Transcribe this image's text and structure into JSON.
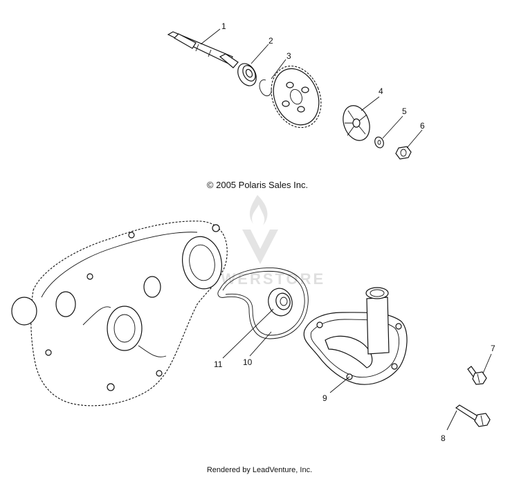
{
  "diagram": {
    "copyright": "© 2005 Polaris Sales Inc.",
    "footer": "Rendered by LeadVenture, Inc.",
    "watermark": "POWERSTORE",
    "callouts": {
      "c1": "1",
      "c2": "2",
      "c3": "3",
      "c4": "4",
      "c5": "5",
      "c6": "6",
      "c7": "7",
      "c8": "8",
      "c9": "9",
      "c10": "10",
      "c11": "11"
    },
    "colors": {
      "line": "#111111",
      "background": "#ffffff",
      "watermark": "#dcdcdc"
    }
  }
}
